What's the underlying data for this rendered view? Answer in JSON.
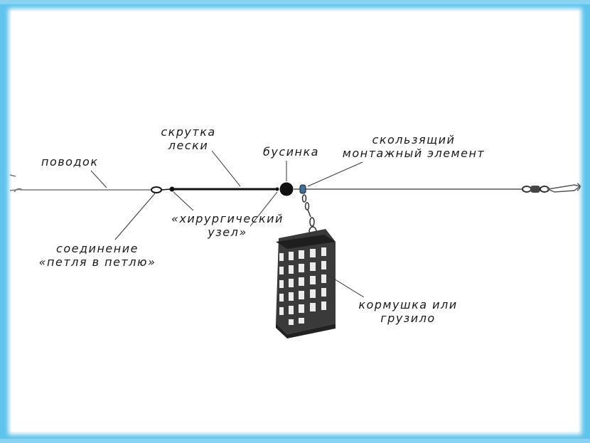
{
  "labels": {
    "leader": "поводок",
    "twist_line1": "скрутка",
    "twist_line2": "лески",
    "bead": "бусинка",
    "sliding_line1": "скользящий",
    "sliding_line2": "монтажный элемент",
    "surgical_line1": "«хирургический",
    "surgical_line2": "узел»",
    "loop_line1": "соединение",
    "loop_line2": "«петля в петлю»",
    "feeder_line1": "кормушка или",
    "feeder_line2": "грузило"
  },
  "colors": {
    "frame": "#5ec4ec",
    "line": "#555555",
    "twist": "#111111",
    "feeder": "#2b2b2b"
  }
}
